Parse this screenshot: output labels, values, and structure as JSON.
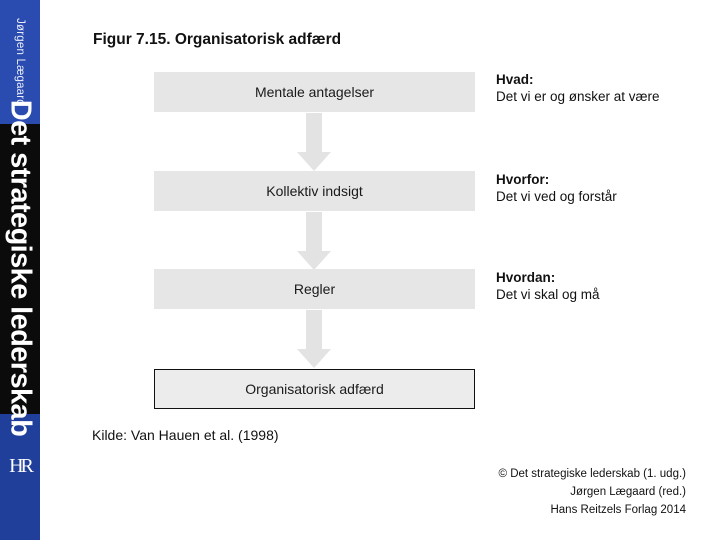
{
  "spine": {
    "author": "Jørgen Lægaard",
    "book_title": "Det strategiske lederskab",
    "logo": "HR"
  },
  "figure": {
    "title": "Figur 7.15. Organisatorisk adfærd",
    "boxes": [
      "Mentale antagelser",
      "Kollektiv indsigt",
      "Regler",
      "Organisatorisk adfærd"
    ],
    "notes": [
      {
        "question": "Hvad:",
        "answer": "Det vi er og ønsker at være"
      },
      {
        "question": "Hvorfor:",
        "answer": "Det vi ved og forstår"
      },
      {
        "question": "Hvordan:",
        "answer": "Det vi skal og må"
      }
    ],
    "source": "Kilde: Van Hauen et al. (1998)"
  },
  "credits": {
    "line1": "© Det strategiske lederskab (1. udg.)",
    "line2": "Jørgen Lægaard (red.)",
    "line3": "Hans Reitzels Forlag 2014"
  },
  "colors": {
    "spine_blue": "#1f3f9a",
    "spine_black": "#0b0b0b",
    "box_fill": "#e6e6e6",
    "arrow_fill": "#e3e3e3"
  }
}
